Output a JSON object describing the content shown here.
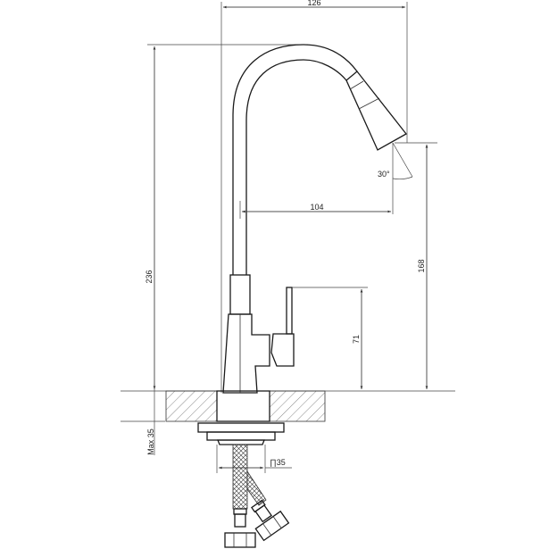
{
  "drawing": {
    "title": "Kitchen faucet dimensional drawing",
    "line_color": "#1a1a1a",
    "background": "#ffffff",
    "dimensions": {
      "overall_reach": "126",
      "spout_reach": "104",
      "overall_height": "236",
      "spout_outlet_height": "168",
      "handle_height": "71",
      "aerator_angle": "30°",
      "max_countertop_thickness": "Max 35",
      "mounting_hole_diameter": "∏35"
    },
    "parts": [
      "spout",
      "aerator",
      "body",
      "lever-handle",
      "countertop",
      "mounting-nut",
      "flexible-hoses",
      "hose-fittings"
    ]
  }
}
